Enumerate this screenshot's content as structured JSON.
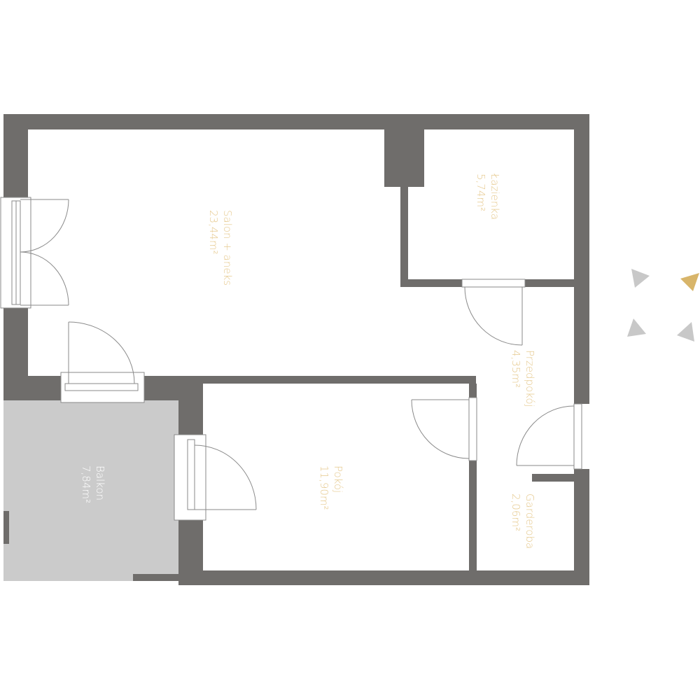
{
  "rooms": [
    {
      "name": "Salon + aneks",
      "area": "23,44m²"
    },
    {
      "name": "Łazienka",
      "area": "5,74m²"
    },
    {
      "name": "Przedpokój",
      "area": "4,35m²"
    },
    {
      "name": "Pokój",
      "area": "11,90m²"
    },
    {
      "name": "Garderoba",
      "area": "2,06m²"
    },
    {
      "name": "Balkon",
      "area": "7,84m²"
    }
  ],
  "colors": {
    "wall": "#6f6d6b",
    "label": "#e6c98e",
    "balcony": "#cbcbcb",
    "compass_active": "#d8b56a",
    "compass_inactive": "#c8c8c8"
  },
  "compass": {
    "active_direction": "north-east"
  }
}
